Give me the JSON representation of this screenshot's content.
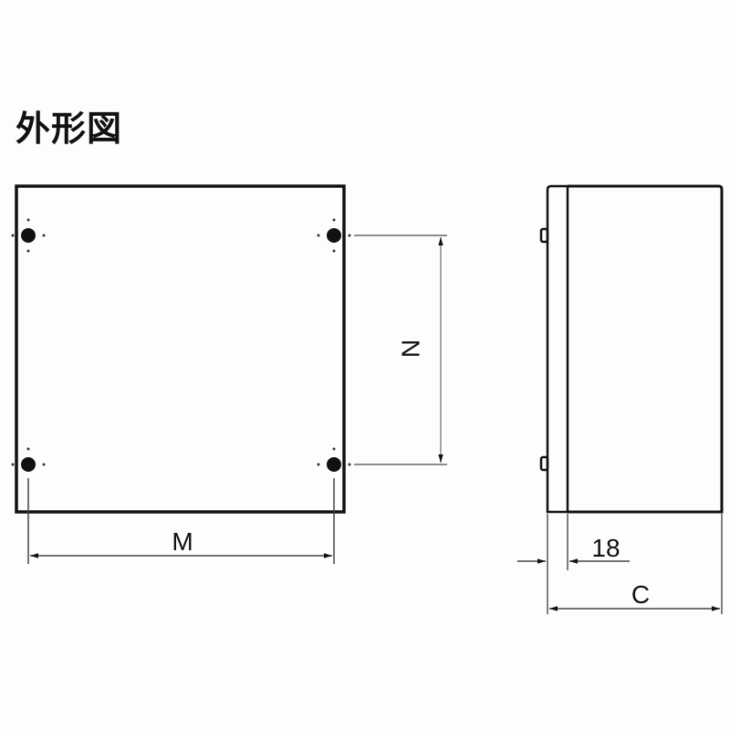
{
  "title": "外形図",
  "front_view": {
    "dimension_width_label": "M",
    "dimension_height_label": "N",
    "mounting_holes": 4
  },
  "side_view": {
    "dimension_depth_label": "C",
    "dimension_door_label": "18"
  },
  "colors": {
    "line": "#111111",
    "dimension_line": "#555555",
    "background": "#fdfdfd"
  }
}
